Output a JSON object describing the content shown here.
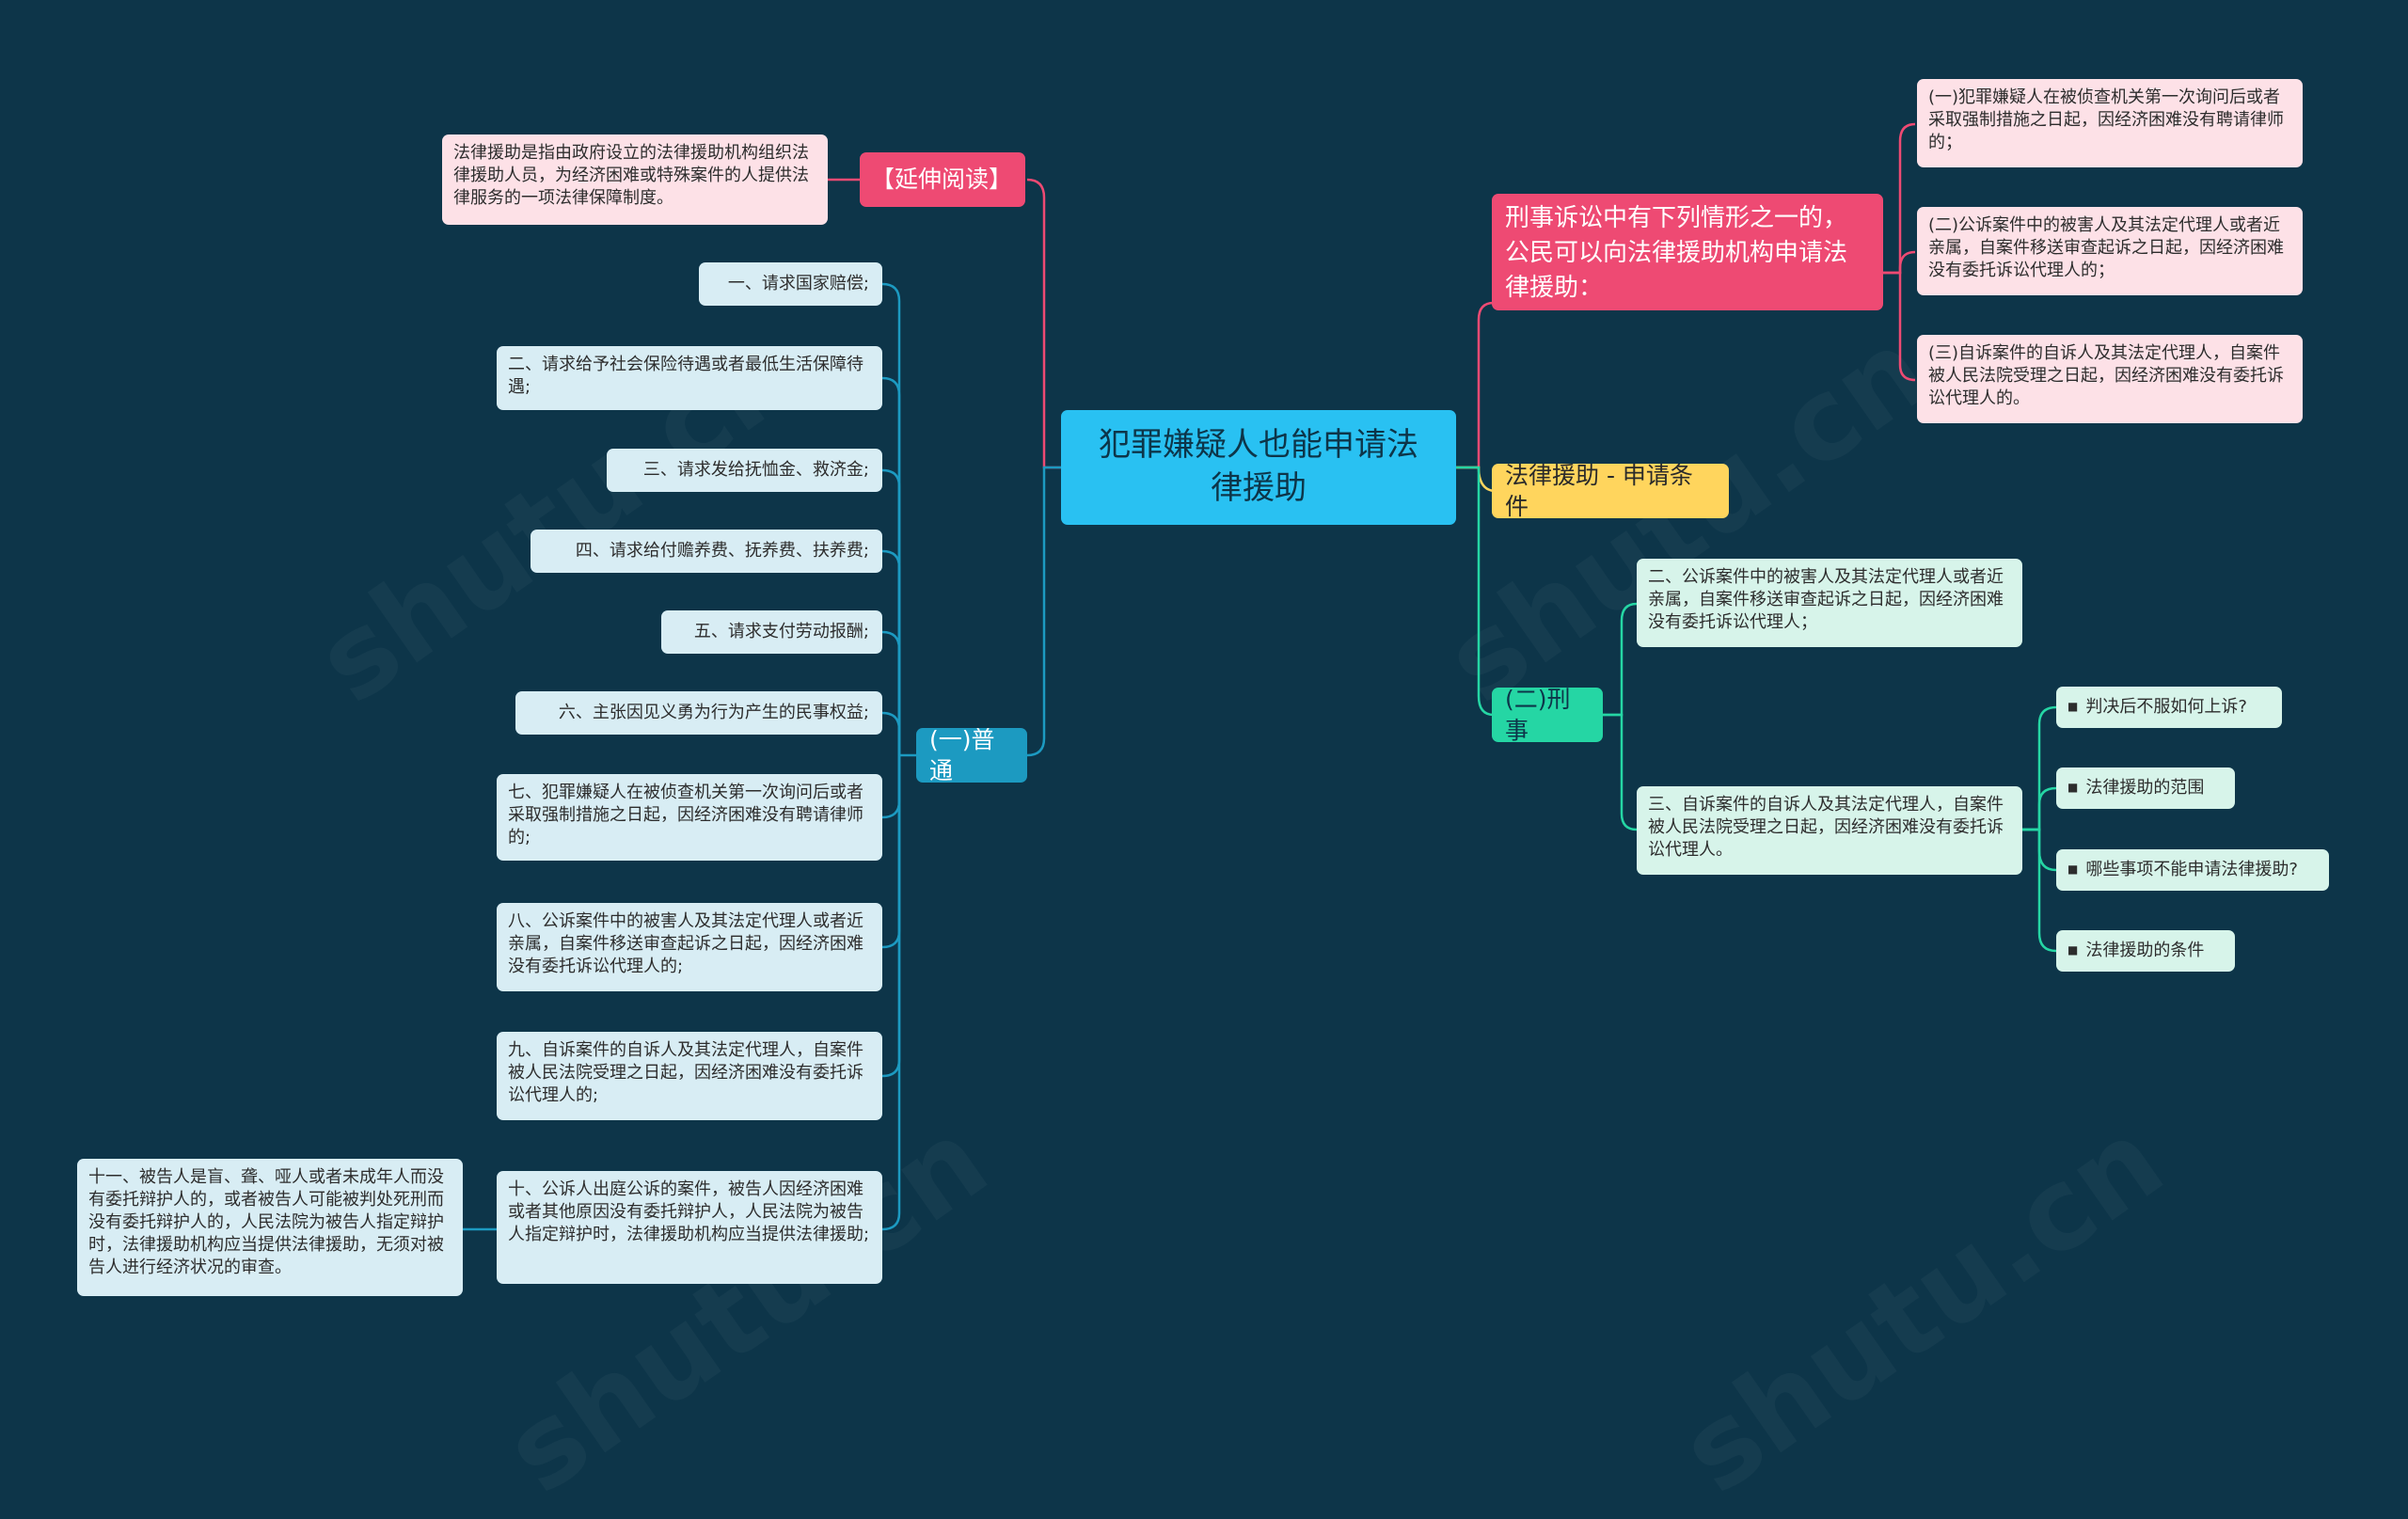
{
  "root": {
    "title": "犯罪嫌疑人也能申请法律援助"
  },
  "extended_reading": {
    "label": "【延伸阅读】",
    "definition": "法律援助是指由政府设立的法律援助机构组织法律援助人员，为经济困难或特殊案件的人提供法律服务的一项法律保障制度。"
  },
  "criminal_cases": {
    "label": "刑事诉讼中有下列情形之一的，公民可以向法律援助机构申请法律援助：",
    "items": [
      "(一)犯罪嫌疑人在被侦查机关第一次询问后或者采取强制措施之日起，因经济困难没有聘请律师的；",
      "(二)公诉案件中的被害人及其法定代理人或者近亲属，自案件移送审查起诉之日起，因经济困难没有委托诉讼代理人的；",
      "(三)自诉案件的自诉人及其法定代理人，自案件被人民法院受理之日起，因经济困难没有委托诉讼代理人的。"
    ]
  },
  "conditions": {
    "label": "法律援助 - 申请条件"
  },
  "criminal": {
    "label": "(二)刑事",
    "items": [
      "二、公诉案件中的被害人及其法定代理人或者近亲属，自案件移送审查起诉之日起，因经济困难没有委托诉讼代理人；",
      "三、自诉案件的自诉人及其法定代理人，自案件被人民法院受理之日起，因经济困难没有委托诉讼代理人。"
    ],
    "related": [
      "判决后不服如何上诉?",
      "法律援助的范围",
      "哪些事项不能申请法律援助?",
      "法律援助的条件"
    ]
  },
  "general": {
    "label": "(一)普通",
    "items": [
      "一、请求国家赔偿;",
      "二、请求给予社会保险待遇或者最低生活保障待遇;",
      "三、请求发给抚恤金、救济金;",
      "四、请求给付赡养费、抚养费、扶养费;",
      "五、请求支付劳动报酬;",
      "六、主张因见义勇为行为产生的民事权益;",
      "七、犯罪嫌疑人在被侦查机关第一次询问后或者采取强制措施之日起，因经济困难没有聘请律师的;",
      "八、公诉案件中的被害人及其法定代理人或者近亲属，自案件移送审查起诉之日起，因经济困难没有委托诉讼代理人的;",
      "九、自诉案件的自诉人及其法定代理人，自案件被人民法院受理之日起，因经济困难没有委托诉讼代理人的;",
      "十、公诉人出庭公诉的案件，被告人因经济困难或者其他原因没有委托辩护人，人民法院为被告人指定辩护时，法律援助机构应当提供法律援助;"
    ],
    "item_eleven": "十一、被告人是盲、聋、哑人或者未成年人而没有委托辩护人的，或者被告人可能被判处死刑而没有委托辩护人的，人民法院为被告人指定辩护时，法律援助机构应当提供法律援助，无须对被告人进行经济状况的审查。"
  },
  "colors": {
    "background": "#0d3549",
    "root": "#29c1f2",
    "criminal_cases": "#ee4a73",
    "conditions": "#ffd55d",
    "criminal": "#25d6a4",
    "general": "#1c9ac1"
  }
}
